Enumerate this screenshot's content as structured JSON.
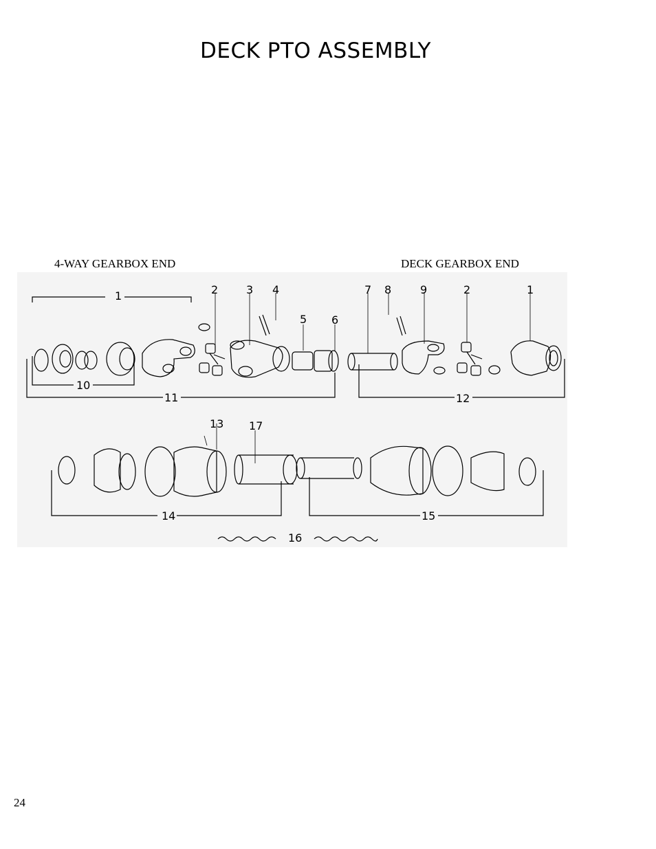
{
  "page": {
    "title": "DECK PTO ASSEMBLY",
    "page_number": "24"
  },
  "labels": {
    "left_end": "4-WAY GEARBOX END",
    "right_end": "DECK GEARBOX END"
  },
  "callouts": {
    "c1": "1",
    "c2": "2",
    "c3": "3",
    "c4": "4",
    "c5": "5",
    "c6": "6",
    "c7": "7",
    "c8": "8",
    "c9": "9",
    "c10": "10",
    "c11": "11",
    "c12": "12",
    "c13": "13",
    "c14": "14",
    "c15": "15",
    "c16": "16",
    "c17": "17"
  }
}
